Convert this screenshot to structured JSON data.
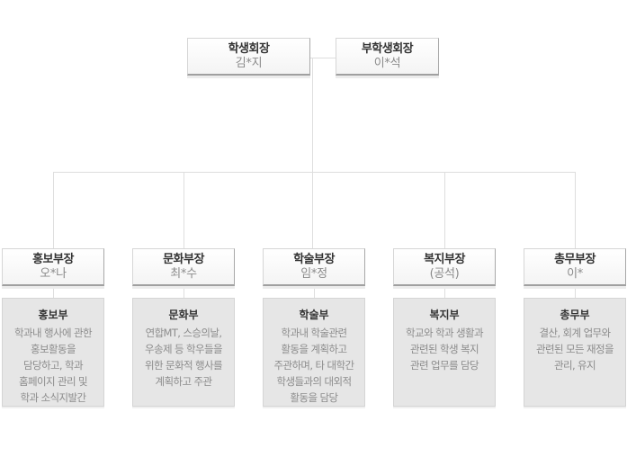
{
  "top": [
    {
      "title": "학생회장",
      "name": "김*지"
    },
    {
      "title": "부학생회장",
      "name": "이*석"
    }
  ],
  "departments": [
    {
      "head_title": "홍보부장",
      "head_name": "오*나",
      "dept_name": "홍보부",
      "description_lines": [
        "학과내 행사에 관한",
        "홍보활동을",
        "담당하고, 학과",
        "홈페이지 관리 및",
        "학과 소식지발간"
      ]
    },
    {
      "head_title": "문화부장",
      "head_name": "최*수",
      "dept_name": "문화부",
      "description_lines": [
        "연합MT, 스승의날,",
        "우송제 등 학우들을",
        "위한 문화적 행사를",
        "계획하고  주관"
      ]
    },
    {
      "head_title": "학술부장",
      "head_name": "임*정",
      "dept_name": "학술부",
      "description_lines": [
        "학과내 학술관련",
        "활동을 계획하고",
        "주관하며, 타 대학간",
        "학생들과의 대외적",
        "활동을 담당"
      ]
    },
    {
      "head_title": "복지부장",
      "head_name": "(공석)",
      "dept_name": "복지부",
      "description_lines": [
        "학교와 학과 생활과",
        "관련된 학생 복지",
        "관련 업무를 담당"
      ]
    },
    {
      "head_title": "총무부장",
      "head_name": "이*",
      "dept_name": "총무부",
      "description_lines": [
        "결산, 회계 업무와",
        "관련된 모든 재정을",
        "관리, 유지"
      ]
    }
  ],
  "colors": {
    "connector": "#dedede",
    "desc_background": "#e6e6e6",
    "title_text": "#333333",
    "name_text": "#8a8a8a"
  }
}
